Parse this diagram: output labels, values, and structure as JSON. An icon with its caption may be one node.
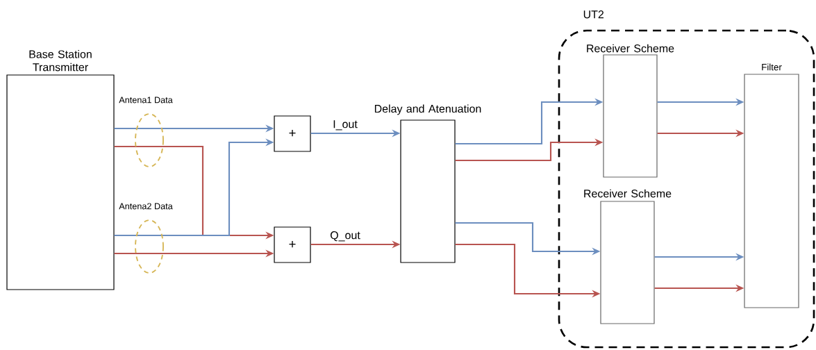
{
  "diagram": {
    "nodes": [
      {
        "text": [
          "Base Station Transmitter"
        ]
      },
      {
        "text": [
          "+"
        ]
      },
      {
        "text": [
          "+"
        ]
      },
      {
        "text": [
          "Delay and Atenuation"
        ]
      },
      {
        "text": [
          "UT2"
        ]
      },
      {
        "text": [
          "Receiver Scheme"
        ],
        "in": 4
      },
      {
        "text": [
          "Receiver Scheme"
        ],
        "in": 4
      },
      {
        "text": [
          "Filter"
        ],
        "in": 4
      }
    ],
    "edges": [
      {
        "from": 0,
        "to": 1,
        "arrow": "to",
        "color": "#6c8ebf"
      },
      {
        "from": 0,
        "to": 2,
        "arrow": "to",
        "color": "#b85450"
      },
      {
        "from": 0,
        "to": 1,
        "arrow": "to",
        "color": "#6c8ebf"
      },
      {
        "from": 0,
        "to": 2,
        "arrow": "to",
        "color": "#b85450"
      },
      {
        "from": 1,
        "to": 3,
        "arrow": "to",
        "label": "I_out",
        "color": "#6c8ebf"
      },
      {
        "from": 2,
        "to": 3,
        "arrow": "to",
        "label": "Q_out",
        "color": "#b85450"
      },
      {
        "from": 3,
        "to": 5,
        "arrow": "to",
        "color": "#6c8ebf"
      },
      {
        "from": 3,
        "to": 5,
        "arrow": "to",
        "color": "#b85450"
      },
      {
        "from": 3,
        "to": 6,
        "arrow": "to",
        "color": "#6c8ebf"
      },
      {
        "from": 3,
        "to": 6,
        "arrow": "to",
        "color": "#b85450"
      },
      {
        "from": 5,
        "to": 7,
        "arrow": "to",
        "color": "#6c8ebf"
      },
      {
        "from": 5,
        "to": 7,
        "arrow": "to",
        "color": "#b85450"
      },
      {
        "from": 6,
        "to": 7,
        "arrow": "to",
        "color": "#6c8ebf"
      },
      {
        "from": 6,
        "to": 7,
        "arrow": "to",
        "color": "#b85450"
      }
    ],
    "labels": [
      "Antena1 Data",
      "Antena2 Data"
    ]
  }
}
